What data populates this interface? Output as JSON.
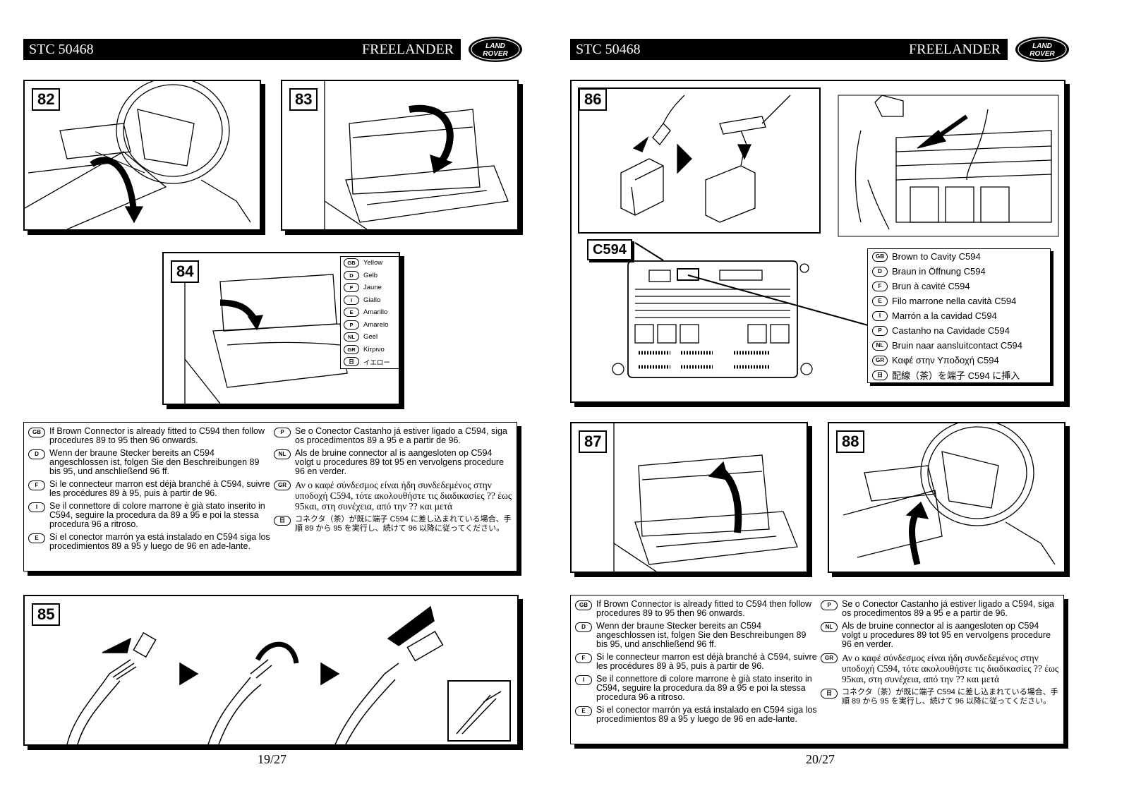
{
  "page_left": {
    "header": {
      "code": "STC 50468",
      "model": "FREELANDER"
    },
    "logo": {
      "line1": "LAND",
      "line2": "ROVER"
    },
    "steps": {
      "s82": "82",
      "s83": "83",
      "s84": "84",
      "s85": "85"
    },
    "legend": [
      {
        "lang": "GB",
        "text": "Yellow"
      },
      {
        "lang": "D",
        "text": "Gelb"
      },
      {
        "lang": "F",
        "text": "Jaune"
      },
      {
        "lang": "I",
        "text": "Giallo"
      },
      {
        "lang": "E",
        "text": "Amarillo"
      },
      {
        "lang": "P",
        "text": "Amarelo"
      },
      {
        "lang": "NL",
        "text": "Geel"
      },
      {
        "lang": "GR",
        "text": "Κίτρινο"
      },
      {
        "lang": "日",
        "text": "イエロー"
      }
    ],
    "instructions_left": [
      {
        "lang": "GB",
        "text": "If Brown Connector is already fitted to C594 then follow procedures 89  to  95  then  96  onwards."
      },
      {
        "lang": "D",
        "text": "Wenn der braune Stecker bereits an C594 angeschlossen ist, folgen Sie den Beschreibungen 89 bis 95, und anschließend 96 ff."
      },
      {
        "lang": "F",
        "text": "Si le connecteur marron est déjà branché à C594, suivre les procédures 89 à 95, puis à partir de 96."
      },
      {
        "lang": "I",
        "text": "Se il connettore di colore marrone è già stato inserito in C594, seguire la procedura da 89 a 95 e poi la stessa procedura 96 a ritroso."
      },
      {
        "lang": "E",
        "text": "Si el conector marrón ya está instalado en C594 siga los procedimientos 89 a 95 y luego de 96 en ade-lante."
      }
    ],
    "instructions_right": [
      {
        "lang": "P",
        "text": "Se o Conector Castanho já estiver ligado a C594, siga os procedimentos 89 a 95 e a partir de 96."
      },
      {
        "lang": "NL",
        "text": "Als de bruine connector al is aangesloten op C594 volgt u procedures 89 tot 95 en vervolgens procedure 96 en verder."
      },
      {
        "lang": "GR",
        "text": "Αν ο καφέ σύνδεσμος είναι ήδη συνδεδεμένος στην υποδοχή C594, τότε ακολουθήστε τις διαδικασίες ?? έως 95και, στη συνέχεια, από την ?? και μετά"
      },
      {
        "lang": "日",
        "text": "コネクタ（茶）が既に端子 C594 に差し込まれている場合、手順 89 から 95 を実行し、続けて 96 以降に従ってください。"
      }
    ],
    "page_number": "19/27"
  },
  "page_right": {
    "header": {
      "code": "STC 50468",
      "model": "FREELANDER"
    },
    "logo": {
      "line1": "LAND",
      "line2": "ROVER"
    },
    "steps": {
      "s86": "86",
      "s87": "87",
      "s88": "88"
    },
    "connector_label": "C594",
    "legend": [
      {
        "lang": "GB",
        "text": "Brown to Cavity C594"
      },
      {
        "lang": "D",
        "text": "Braun in Öffnung C594"
      },
      {
        "lang": "F",
        "text": "Brun à cavité C594"
      },
      {
        "lang": "E",
        "text": "Filo marrone nella cavità C594"
      },
      {
        "lang": "I",
        "text": "Marrón a la cavidad C594"
      },
      {
        "lang": "P",
        "text": "Castanho na Cavidade C594"
      },
      {
        "lang": "NL",
        "text": "Bruin naar aansluitcontact C594"
      },
      {
        "lang": "GR",
        "text": "Καφέ στην Υποδοχή C594"
      },
      {
        "lang": "日",
        "text": "配線（茶）を端子 C594 に挿入"
      }
    ],
    "instructions_left": [
      {
        "lang": "GB",
        "text": "If Brown Connector is already fitted to C594 then follow procedures 89  to  95  then  96  onwards."
      },
      {
        "lang": "D",
        "text": "Wenn der braune Stecker bereits an C594 angeschlossen ist, folgen Sie den Beschreibungen 89 bis 95, und anschließend 96 ff."
      },
      {
        "lang": "F",
        "text": "Si le connecteur marron est déjà branché à C594, suivre les procédures 89 à 95, puis à partir de 96."
      },
      {
        "lang": "I",
        "text": "Se il connettore di colore marrone è già stato inserito in C594, seguire la procedura da 89 a 95 e poi la stessa procedura 96 a ritroso."
      },
      {
        "lang": "E",
        "text": "Si el conector marrón ya está instalado en C594 siga los procedimientos 89 a 95 y luego de 96 en ade-lante."
      }
    ],
    "instructions_right": [
      {
        "lang": "P",
        "text": "Se o Conector Castanho já estiver ligado a C594, siga os procedimentos 89 a 95 e a partir de 96."
      },
      {
        "lang": "NL",
        "text": "Als de bruine connector al is aangesloten op C594 volgt u procedures 89 tot 95 en vervolgens procedure 96 en verder."
      },
      {
        "lang": "GR",
        "text": "Αν ο καφέ σύνδεσμος είναι ήδη συνδεδεμένος στην υποδοχή C594, τότε ακολουθήστε τις διαδικασίες ?? έως 95και, στη συνέχεια, από την ?? και μετά"
      },
      {
        "lang": "日",
        "text": "コネクタ（茶）が既に端子 C594 に差し込まれている場合、手順 89 から 95 を実行し、続けて 96 以降に従ってください。"
      }
    ],
    "page_number": "20/27"
  }
}
